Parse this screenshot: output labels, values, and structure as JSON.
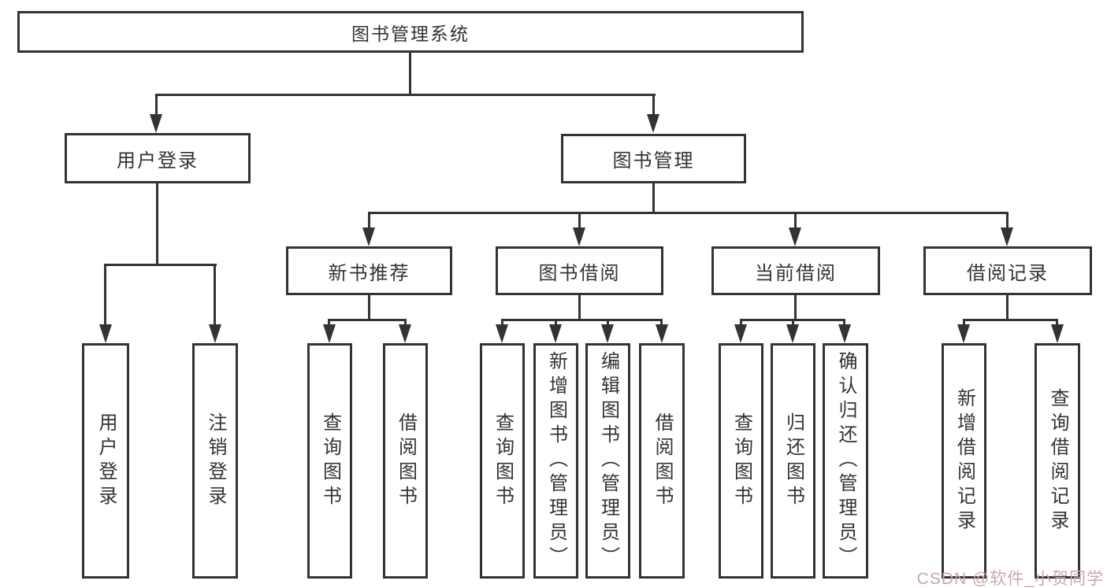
{
  "diagram_title": "图书管理系统",
  "nodes": {
    "root": "图书管理系统",
    "user_login": "用户登录",
    "book_mgmt": "图书管理",
    "new_books": "新书推荐",
    "book_borrow": "图书借阅",
    "current_borrow": "当前借阅",
    "borrow_records": "借阅记录",
    "leaf_user_login": "用户登录",
    "leaf_logout": "注销登录",
    "leaf_nb_query": "查询图书",
    "leaf_nb_borrow": "借阅图书",
    "leaf_bb_query": "查询图书",
    "leaf_bb_add": "新增图书（管理员）",
    "leaf_bb_edit": "编辑图书（管理员）",
    "leaf_bb_borrow": "借阅图书",
    "leaf_cb_query": "查询图书",
    "leaf_cb_return": "归还图书",
    "leaf_cb_confirm": "确认归还（管理员）",
    "leaf_rec_add": "新增借阅记录",
    "leaf_rec_query": "查询借阅记录"
  },
  "hierarchy": {
    "图书管理系统": {
      "用户登录": [
        "用户登录",
        "注销登录"
      ],
      "图书管理": {
        "新书推荐": [
          "查询图书",
          "借阅图书"
        ],
        "图书借阅": [
          "查询图书",
          "新增图书（管理员）",
          "编辑图书（管理员）",
          "借阅图书"
        ],
        "当前借阅": [
          "查询图书",
          "归还图书",
          "确认归还（管理员）"
        ],
        "借阅记录": [
          "新增借阅记录",
          "查询借阅记录"
        ]
      }
    }
  },
  "watermark": "CSDN @软件_小贺同学",
  "colors": {
    "line": "#333333",
    "text": "#333333",
    "watermark": "#c9a8a8",
    "background": "#ffffff"
  }
}
